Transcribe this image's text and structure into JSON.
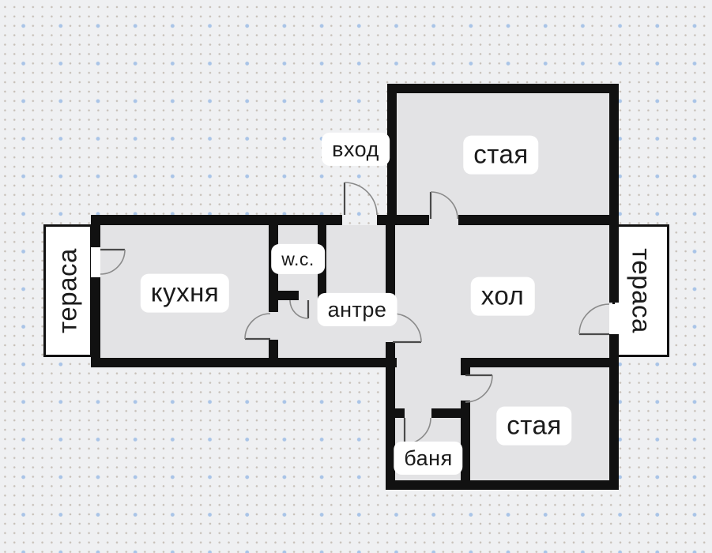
{
  "plan": {
    "rooms": {
      "entrance_label": "вход",
      "room_top": "стая",
      "kitchen": "кухня",
      "wc": "w.c.",
      "hallway": "антре",
      "living_room": "хол",
      "bathroom": "баня",
      "room_bottom": "стая",
      "terrace_left": "тераса",
      "terrace_right": "тераса"
    },
    "colors": {
      "background": "#eff0f2",
      "dot_small": "#c7c0b8",
      "dot_accent": "#a9c4e7",
      "wall": "#111111",
      "floor": "#e3e3e5",
      "label_background": "#ffffff",
      "label_text": "#1b1b1b",
      "door_swing": "#8a8a8a",
      "terrace_border": "#111111"
    }
  }
}
